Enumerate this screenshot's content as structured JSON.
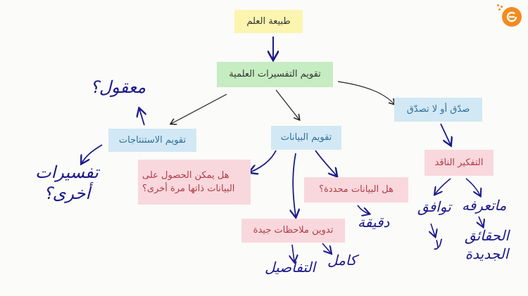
{
  "nodes": {
    "nature_of_science": "طبيعة العلم",
    "evaluating_explanations": "تقويم التفسيرات العلمية",
    "believe_or_not": "صدّق أو لا تصدّق",
    "evaluating_data": "تقويم البيانات",
    "evaluating_conclusions": "تقويم الاستنتاجات",
    "critical_thinking": "التفكير الناقد",
    "can_obtain_line1": "هل يمكن الحصول على",
    "can_obtain_line2": "البيانات ذاتها مرة أخرى؟",
    "data_specific": "هل البيانات محددة؟",
    "good_notes": "تدوين ملاحظات جيدة"
  },
  "handwritten": {
    "reasonable": "معقول؟",
    "other_line1": "تفسيرات",
    "other_line2": "أخرى؟",
    "accurate": "دقيقة",
    "complete": "كامل",
    "details": "التفاصيل",
    "agree": "توافق",
    "no": "لا",
    "what_you_know": "ماتعرفه",
    "new_facts_line1": "الحقائق",
    "new_facts_line2": "الجديدة"
  },
  "colors": {
    "yellow": "#fbf5b0",
    "green": "#c6ecc2",
    "blue": "#d2e8f5",
    "pink": "#f8d8dc",
    "ink": "#1c1a8a",
    "logo": "#f28c1f"
  }
}
